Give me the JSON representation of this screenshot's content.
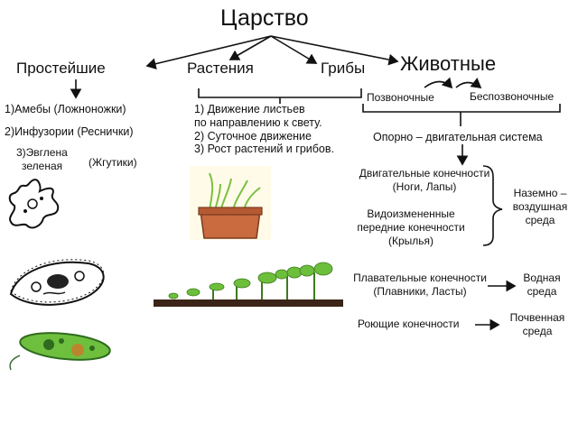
{
  "title": "Царство",
  "kingdoms": {
    "protists": "Простейшие",
    "plants": "Растения",
    "fungi": "Грибы",
    "animals": "Животные"
  },
  "protists": {
    "amoeba": "1)Амебы (Ложноножки)",
    "infusoria": "2)Инфузории (Реснички)",
    "euglena_line1": "3)Эвглена",
    "euglena_line2": "зеленая",
    "flagella": "(Жгутики)"
  },
  "plants_fungi": {
    "line1": "1)   Движение листьев",
    "line2": "по направлению к свету.",
    "line3": "2) Суточное движение",
    "line4": "3) Рост растений и грибов."
  },
  "animals": {
    "vertebrates": "Позвоночные",
    "invertebrates": "Беспозвоночные",
    "system": "Опорно – двигательная система",
    "limbs_line1": "Двигательные конечности",
    "limbs_line2": "(Ноги, Лапы)",
    "modified_line1": "Видоизмененные",
    "modified_line2": "передние конечности",
    "modified_line3": "(Крылья)",
    "air_env_line1": "Наземно –",
    "air_env_line2": "воздушная",
    "air_env_line3": "среда",
    "swim_line1": "Плавательные конечности",
    "swim_line2": "(Плавники, Ласты)",
    "water_env_line1": "Водная",
    "water_env_line2": "среда",
    "dig": "Роющие конечности",
    "soil_env_line1": "Почвенная",
    "soil_env_line2": "среда"
  }
}
